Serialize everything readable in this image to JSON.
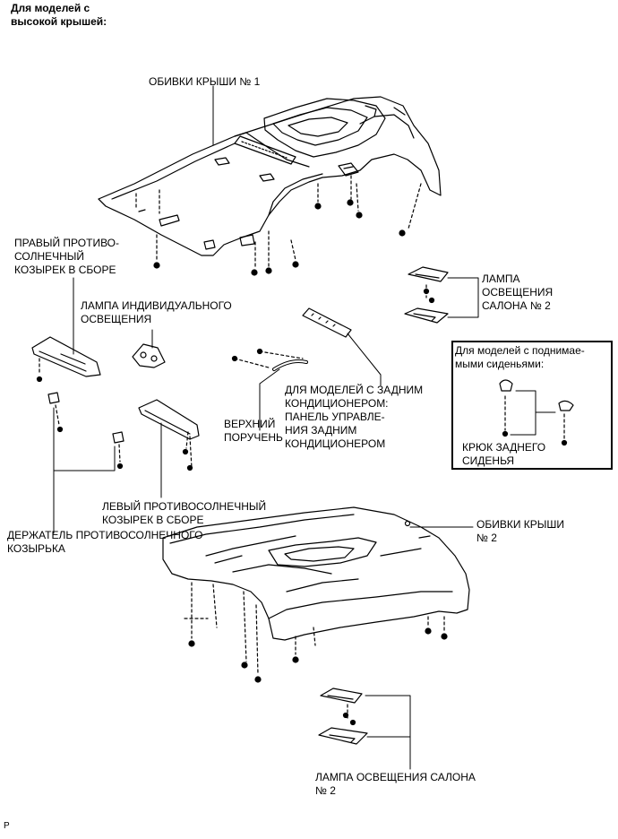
{
  "header": {
    "line1": "Для моделей с",
    "line2": "высокой крышей:"
  },
  "labels": {
    "roof_lining_1": "ОБИВКИ КРЫШИ № 1",
    "right_visor": "ПРАВЫЙ ПРОТИВО-\nСОЛНЕЧНЫЙ\nКОЗЫРЕК В СБОРЕ",
    "personal_lamp": "ЛАМПА ИНДИВИДУАЛЬНОГО\nОСВЕЩЕНИЯ",
    "room_lamp_top": "ЛАМПА\nОСВЕЩЕНИЯ\nСАЛОНА № 2",
    "rear_ac_panel": "ДЛЯ МОДЕЛЕЙ С ЗАДНИМ\nКОНДИЦИОНЕРОМ:\nПАНЕЛЬ УПРАВЛЕ-\nНИЯ ЗАДНИМ\nКОНДИЦИОНЕРОМ",
    "assist_grip": "ВЕРХНИЙ\nПОРУЧЕНЬ",
    "box_title": "Для моделей с поднимае-\nмыми сиденьями:",
    "seat_hook": "КРЮК ЗАДНЕГО\nСИДЕНЬЯ",
    "left_visor": "ЛЕВЫЙ ПРОТИВОСОЛНЕЧНЫЙ\nКОЗЫРЕК В СБОРЕ",
    "visor_holder": "ДЕРЖАТЕЛЬ ПРОТИВОСОЛНЕЧНОГО\nКОЗЫРЬКА",
    "roof_lining_2": "ОБИВКИ КРЫШИ\n№ 2",
    "room_lamp_bottom": "ЛАМПА ОСВЕЩЕНИЯ САЛОНА\n№ 2"
  },
  "footer": {
    "code": "P"
  },
  "colors": {
    "line": "#000000",
    "background": "#ffffff"
  }
}
